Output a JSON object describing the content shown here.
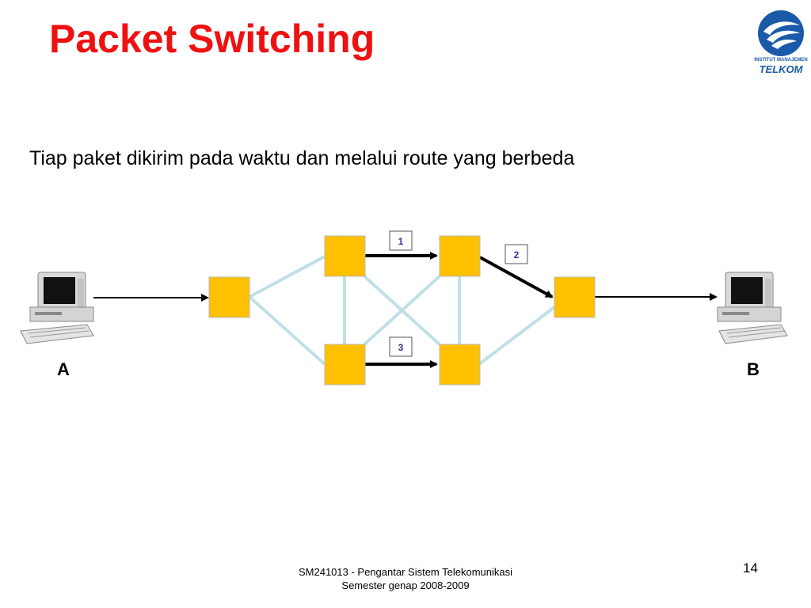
{
  "slide": {
    "title": "Packet Switching",
    "subtitle": "Tiap paket dikirim pada waktu dan melalui route yang berbeda"
  },
  "logo": {
    "line1": "INSTITUT MANAJEMEN",
    "line2": "TELKOM"
  },
  "diagram": {
    "host_a_label": "A",
    "host_b_label": "B",
    "packets": [
      {
        "label": "1"
      },
      {
        "label": "2"
      },
      {
        "label": "3"
      }
    ],
    "colors": {
      "node": "#ffc000",
      "link": "#bfe0e6",
      "arrow": "#000000"
    }
  },
  "footer": {
    "line1": "SM241013 - Pengantar Sistem Telekomunikasi",
    "line2": "Semester genap 2008-2009",
    "page_number": "14"
  }
}
